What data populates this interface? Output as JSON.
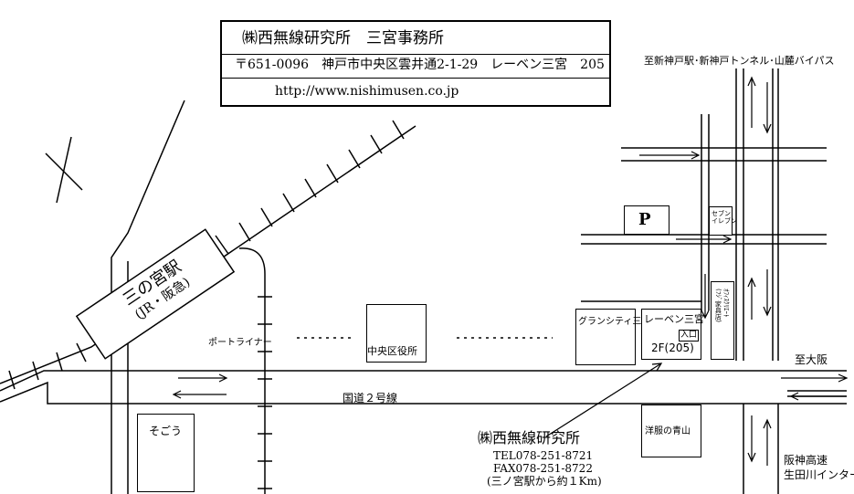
{
  "header": {
    "company": "㈱西無線研究所　三宮事務所",
    "address": "〒651-0096　神戸市中央区雲井通2-1-29　レーベン三宮　205",
    "url": "http://www.nishimusen.co.jp"
  },
  "labels": {
    "to_shin_kobe": "至新神戸駅･新神戸トンネル･山麓バイパス",
    "station_name": "三の宮駅",
    "station_lines": "(JR・阪急)",
    "portliner": "ポートライナー",
    "city_hall": "中央区役所",
    "parking": "P",
    "seven_eleven": "セブン\nイレブン",
    "grancity": "グランシティ三宮",
    "leben": "レーベン三宮",
    "entrance": "入口",
    "floor": "2F(205)",
    "fuji_building": "ｵﾌｨｽｸﾘｴｰﾄ\n(ﾌｼﾞ家具店)",
    "to_osaka": "至大阪",
    "route2": "国道２号線",
    "sogo": "そごう",
    "aoyama": "洋服の青山",
    "hanshin": "阪神高速",
    "ikutagawa": "生田川インター"
  },
  "contact": {
    "company": "㈱西無線研究所",
    "tel": "TEL078-251-8721",
    "fax": "FAX078-251-8722",
    "distance": "(三ノ宮駅から約１Km)"
  },
  "colors": {
    "line": "#000000",
    "background": "#ffffff"
  }
}
